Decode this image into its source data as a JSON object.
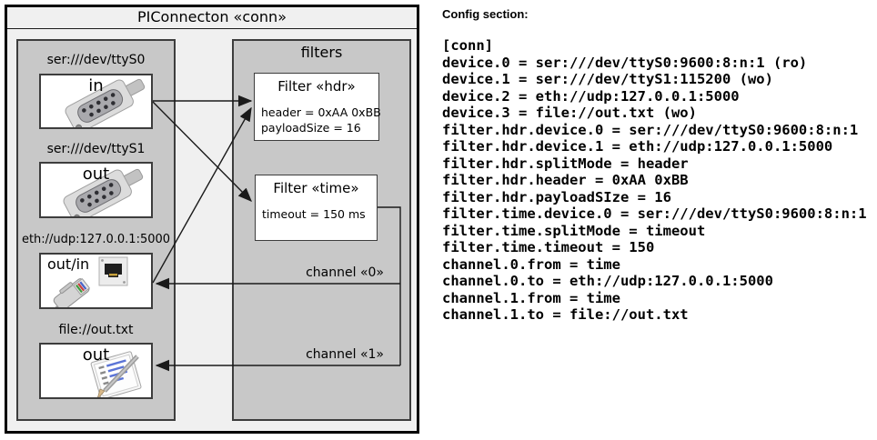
{
  "frame": {
    "title": "PIConnecton «conn»"
  },
  "filters_panel": {
    "title": "filters",
    "filters": [
      {
        "title": "Filter «hdr»",
        "body": [
          "header = 0xAA 0xBB",
          "payloadSize = 16"
        ]
      },
      {
        "title": "Filter «time»",
        "body": [
          "timeout = 150 ms"
        ]
      }
    ]
  },
  "devices": [
    {
      "label": "ser:///dev/ttyS0",
      "port": "in",
      "icon": "serial-db9-connector"
    },
    {
      "label": "ser:///dev/ttyS1",
      "port": "out",
      "icon": "serial-db9-connector"
    },
    {
      "label": "eth://udp:127.0.0.1:5000",
      "port": "out/in",
      "icon": "ethernet-rj45-connector"
    },
    {
      "label": "file://out.txt",
      "port": "out",
      "icon": "notepad-pencil"
    }
  ],
  "channels": [
    {
      "label": "channel «0»"
    },
    {
      "label": "channel «1»"
    }
  ],
  "config": {
    "heading": "Config section:",
    "lines": [
      "[conn]",
      "device.0 = ser:///dev/ttyS0:9600:8:n:1 (ro)",
      "device.1 = ser:///dev/ttyS1:115200 (wo)",
      "device.2 = eth://udp:127.0.0.1:5000",
      "device.3 = file://out.txt (wo)",
      "filter.hdr.device.0 = ser:///dev/ttyS0:9600:8:n:1",
      "filter.hdr.device.1 = eth://udp:127.0.0.1:5000",
      "filter.hdr.splitMode = header",
      "filter.hdr.header = 0xAA 0xBB",
      "filter.hdr.payloadSIze = 16",
      "filter.time.device.0 = ser:///dev/ttyS0:9600:8:n:1",
      "filter.time.splitMode = timeout",
      "filter.time.timeout = 150",
      "channel.0.from = time",
      "channel.0.to = eth://udp:127.0.0.1:5000",
      "channel.1.from = time",
      "channel.1.to = file://out.txt"
    ]
  },
  "colors": {
    "frame_fill": "#f0f0f0",
    "panel_fill": "#c8c8c8",
    "box_fill": "#ffffff",
    "line": "#1a1a1a"
  }
}
